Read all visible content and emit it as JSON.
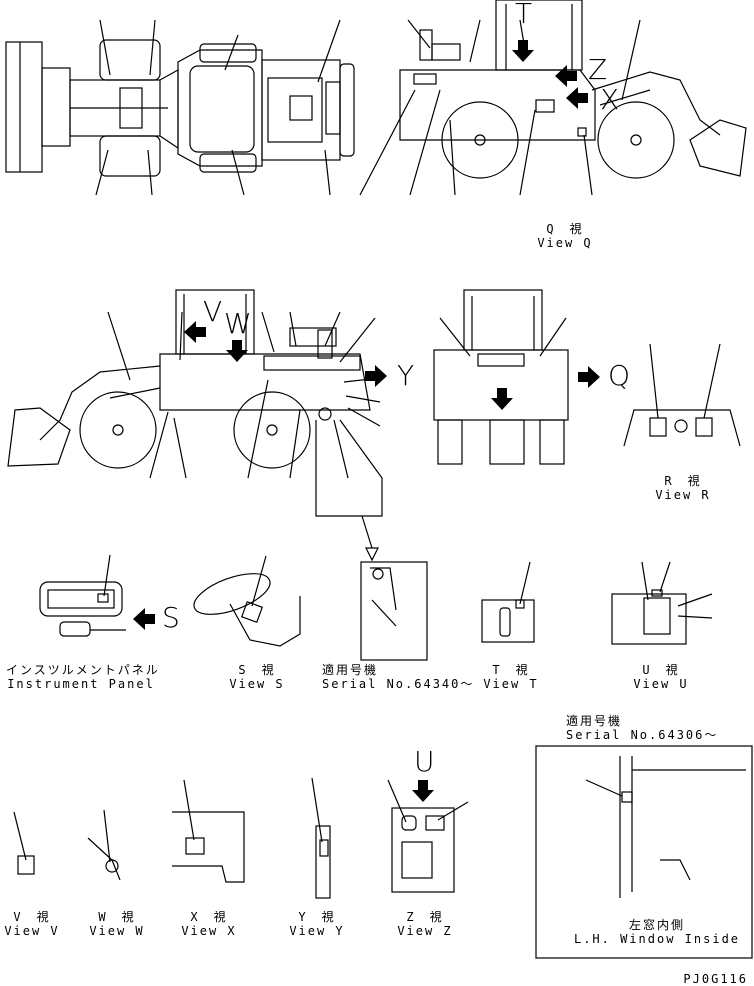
{
  "views": {
    "q": {
      "jp": "Q　視",
      "en": "View Q"
    },
    "r": {
      "jp": "R　視",
      "en": "View R"
    },
    "s": {
      "jp": "S　視",
      "en": "View S"
    },
    "t": {
      "jp": "T　視",
      "en": "View T"
    },
    "u": {
      "jp": "U　視",
      "en": "View U"
    },
    "v": {
      "jp": "V　視",
      "en": "View V"
    },
    "w": {
      "jp": "W　視",
      "en": "View W"
    },
    "x": {
      "jp": "X　視",
      "en": "View X"
    },
    "y": {
      "jp": "Y　視",
      "en": "View Y"
    },
    "z": {
      "jp": "Z　視",
      "en": "View Z"
    }
  },
  "instrument_panel": {
    "jp": "インスツルメントパネル",
    "en": "Instrument Panel"
  },
  "serial_1": {
    "jp": "適用号機",
    "en": "Serial No.64340～"
  },
  "serial_2": {
    "jp": "適用号機",
    "en": "Serial No.64306～"
  },
  "window": {
    "jp": "左窓内側",
    "en": "L.H. Window Inside"
  },
  "letters": {
    "t": "T",
    "z": "Z",
    "x": "X",
    "v": "V",
    "w": "W",
    "y": "Y",
    "q": "Q",
    "s": "S",
    "u": "U"
  },
  "drawing_code": "PJ0G116"
}
